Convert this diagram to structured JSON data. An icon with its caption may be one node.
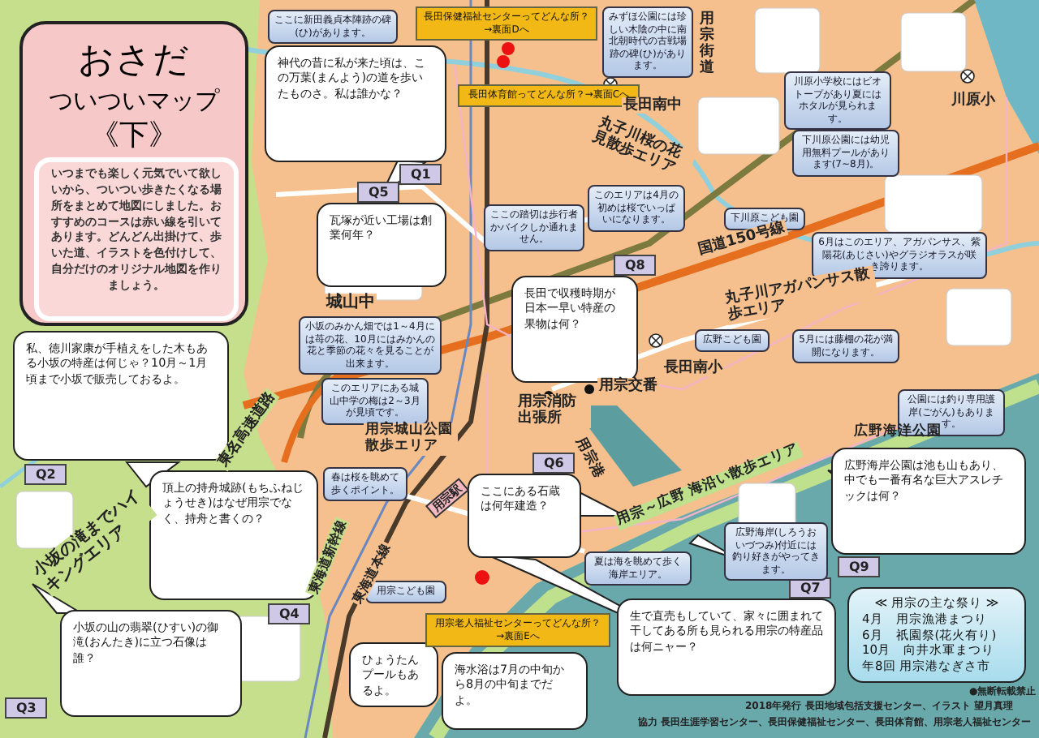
{
  "diagram": {
    "nodes": [
      {
        "text": [
          "おさだ",
          "ついついマップ",
          "《下》"
        ]
      },
      {
        "text": [
          "いつまでも楽しく元気でいて欲しいから、ついつい歩きたくなる場所をまとめて地図にしました。おすすめのコースは赤い線を引いてあります。どんどん出掛けて、歩いた道、イラストを色付けして、自分だけのオリジナル地図を作りましょう。"
        ],
        "in": 0
      },
      {
        "text": [
          "ここに新田義貞本陣跡の碑(ひ)があります。"
        ]
      },
      {
        "text": [
          "神代の昔に私が来た頃は、この万葉(まんよう)の道を歩いたものさ。私は誰かな？"
        ],
        "beside": [
          "Q1"
        ]
      },
      {
        "text": [
          "長田保健福祉センターってどんな所？→裏面Dへ"
        ]
      },
      {
        "text": [
          "長田体育館ってどんな所？→裏面Cへ"
        ]
      },
      {
        "text": [
          "みずほ公園には珍しい木陰の中に南北朝時代の古戦場跡の碑(ひ)があります。"
        ]
      },
      {
        "text": [
          "瓦塚が近い工場は創業何年？"
        ],
        "beside": [
          "Q5"
        ]
      },
      {
        "text": [
          "ここの踏切は歩行者かバイクしか通れません。"
        ]
      },
      {
        "text": [
          "このエリアは4月の初めは桜でいっぱいになります。"
        ]
      },
      {
        "text": [
          "長田で収穫時期が日本一早い特産の果物は何？"
        ],
        "beside": [
          "Q8"
        ]
      },
      {
        "text": [
          "川原小学校にはビオトープがあり夏にはホタルが見られます。"
        ]
      },
      {
        "text": [
          "下川原公園には幼児用無料プールがあります(7~8月)。"
        ]
      },
      {
        "text": [
          "下川原こども園"
        ]
      },
      {
        "text": [
          "6月はこのエリア、アガパンサス、紫陽花(あじさい)やグラジオラスが咲き誇ります。"
        ]
      },
      {
        "text": [
          "広野こども園"
        ]
      },
      {
        "text": [
          "5月には藤棚の花が満開になります。"
        ]
      },
      {
        "text": [
          "小坂のみかん畑では1～4月には苺の花、10月にはみかんの花と季節の花々を見ることが出来ます。"
        ]
      },
      {
        "text": [
          "私、徳川家康が手植えをした木もある小坂の特産は何じゃ？10月～1月頃まで小坂で販売しておるよ。"
        ],
        "beside": [
          "Q2"
        ]
      },
      {
        "text": [
          "このエリアにある城山中学の梅は2～3月が見頃です。"
        ]
      },
      {
        "text": [
          "春は桜を眺めて歩くポイント。"
        ]
      },
      {
        "text": [
          "頂上の持舟城跡(もちふねじょうせき)はなぜ用宗でなく、持舟と書くの？"
        ],
        "beside": [
          "Q4"
        ]
      },
      {
        "text": [
          "小坂の山の翡翠(ひすい)の御滝(おんたき)に立つ石像は誰？"
        ],
        "beside": [
          "Q3"
        ]
      },
      {
        "text": [
          "ここにある石蔵は何年建造？"
        ],
        "beside": [
          "Q6"
        ]
      },
      {
        "text": [
          "用宗こども園"
        ]
      },
      {
        "text": [
          "夏は海を眺めて歩く海岸エリア。"
        ]
      },
      {
        "text": [
          "ひょうたんプールもあるよ。"
        ]
      },
      {
        "text": [
          "用宗老人福祉センターってどんな所？→裏面Eへ"
        ]
      },
      {
        "text": [
          "海水浴は7月の中旬から8月の中旬までだよ。"
        ]
      },
      {
        "text": [
          "生で直売もしていて、家々に囲まれて干してある所も見られる用宗の特産品は何ニャー？"
        ],
        "beside": [
          "Q7"
        ]
      },
      {
        "text": [
          "公園には釣り専用護岸(ごがん)もあります。"
        ]
      },
      {
        "text": [
          "広野海岸公園は池も山もあり、中でも一番有名な巨大アスレチックは何？"
        ],
        "beside": [
          "Q9"
        ]
      },
      {
        "text": [
          "広野海岸(しろうおいづつみ)付近には釣り好きがやってきます。"
        ]
      },
      {
        "text": [
          "≪ 用宗の主な祭り ≫",
          "4月　用宗漁港まつり",
          "6月　祇園祭(花火有り)",
          "10月　向井水軍まつり",
          "年8回 用宗港なぎさ市"
        ]
      }
    ],
    "labels": [
      "用宗街道",
      "長田南中",
      "丸子川桜の花見散歩エリア",
      "川原小",
      "国道150号線",
      "丸子川アガパンサス散歩エリア",
      "城山中",
      "長田南小",
      "東名高速道路",
      "用宗交番",
      "用宗消防出張所",
      "用宗城山公園散歩エリア",
      "用宗駅",
      "東海道新幹線",
      "東海道本線",
      "用宗港",
      "用宗～広野 海沿い散歩エリア",
      "広野海洋公園",
      "小坂の滝までハイキングエリア",
      "●無断転載禁止",
      "2018年発行 長田地域包括支援センター、イラスト 望月真理",
      "協力 長田生涯学習センター、長田保健福祉センター、長田体育館、用宗老人福祉センター"
    ]
  }
}
